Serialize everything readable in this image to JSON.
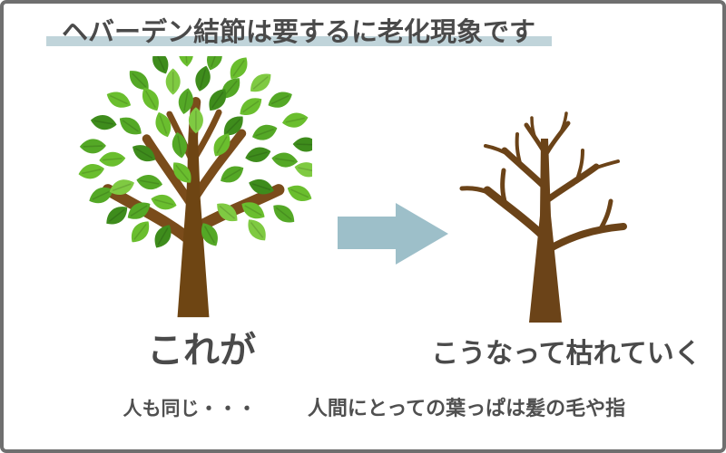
{
  "header": {
    "title": "ヘバーデン結節は要するに老化現象です"
  },
  "diagram": {
    "left_caption": "これが",
    "right_caption": "こうなって枯れていく",
    "left_tree_alt": "green-leafy-tree",
    "right_tree_alt": "bare-withered-tree",
    "arrow_alt": "right-arrow"
  },
  "footer": {
    "note_left": "人も同じ・・・",
    "note_right": "人間にとっての葉っぱは髪の毛や指"
  },
  "colors": {
    "border": "#6f6f6f",
    "text": "#4a4a4a",
    "title_underline": "#c0d4da",
    "arrow": "#9dbfc9",
    "trunk_brown": "#6e4513",
    "branch_brown": "#7a4c1b",
    "bare_tree_brown": "#6b4318",
    "leaf_bright": "#6abe2e",
    "leaf_mid": "#54a826",
    "leaf_dark": "#3e8c1c",
    "leaf_light": "#7fca42"
  }
}
